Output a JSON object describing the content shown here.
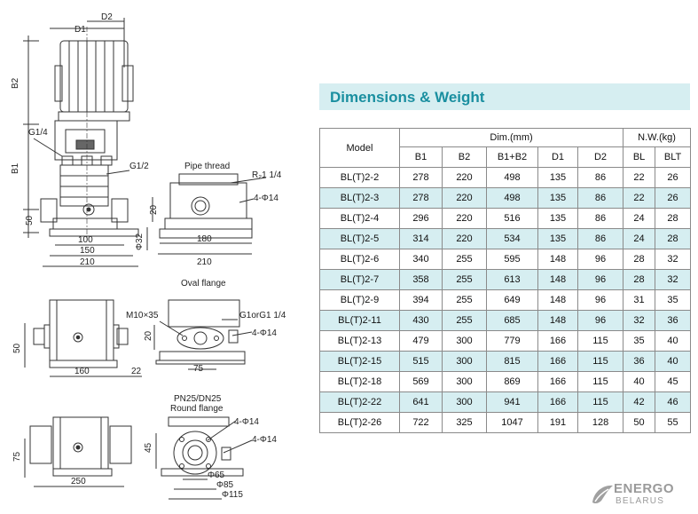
{
  "drawing": {
    "side_view": {
      "d1": "D1",
      "d2": "D2",
      "b2": "B2",
      "b1": "B1",
      "g_top": "G1/4",
      "g_side": "G1/2",
      "h50": "50",
      "w100": "100",
      "w150": "150",
      "w210": "210"
    },
    "pipe_thread": {
      "title": "Pipe thread",
      "r": "R₂1 1/4",
      "holes": "4-Φ14",
      "h20": "20",
      "dia32": "Φ32",
      "w180": "180",
      "w210": "210"
    },
    "oval_flange": {
      "title": "Oval flange",
      "bolt": "M10×35",
      "thread": "G1orG1 1/4",
      "holes": "4-Φ14",
      "h20": "20",
      "h50": "50",
      "w160": "160",
      "w22": "22",
      "w75": "75"
    },
    "round_flange": {
      "title1": "PN25/DN25",
      "title2": "Round flange",
      "holes_a": "4-Φ14",
      "holes_b": "4-Φ14",
      "h45": "45",
      "h75": "75",
      "w250": "250",
      "dia65": "Φ65",
      "dia85": "Φ85",
      "dia115": "Φ115"
    }
  },
  "table": {
    "title": "Dimensions & Weight",
    "header_model": "Model",
    "header_dim": "Dim.(mm)",
    "header_weight": "N.W.(kg)",
    "cols": [
      "B1",
      "B2",
      "B1+B2",
      "D1",
      "D2",
      "BL",
      "BLT"
    ],
    "rows": [
      {
        "model": "BL(T)2-2",
        "cells": [
          "278",
          "220",
          "498",
          "135",
          "86",
          "22",
          "26"
        ]
      },
      {
        "model": "BL(T)2-3",
        "cells": [
          "278",
          "220",
          "498",
          "135",
          "86",
          "22",
          "26"
        ]
      },
      {
        "model": "BL(T)2-4",
        "cells": [
          "296",
          "220",
          "516",
          "135",
          "86",
          "24",
          "28"
        ]
      },
      {
        "model": "BL(T)2-5",
        "cells": [
          "314",
          "220",
          "534",
          "135",
          "86",
          "24",
          "28"
        ]
      },
      {
        "model": "BL(T)2-6",
        "cells": [
          "340",
          "255",
          "595",
          "148",
          "96",
          "28",
          "32"
        ]
      },
      {
        "model": "BL(T)2-7",
        "cells": [
          "358",
          "255",
          "613",
          "148",
          "96",
          "28",
          "32"
        ]
      },
      {
        "model": "BL(T)2-9",
        "cells": [
          "394",
          "255",
          "649",
          "148",
          "96",
          "31",
          "35"
        ]
      },
      {
        "model": "BL(T)2-11",
        "cells": [
          "430",
          "255",
          "685",
          "148",
          "96",
          "32",
          "36"
        ]
      },
      {
        "model": "BL(T)2-13",
        "cells": [
          "479",
          "300",
          "779",
          "166",
          "115",
          "35",
          "40"
        ]
      },
      {
        "model": "BL(T)2-15",
        "cells": [
          "515",
          "300",
          "815",
          "166",
          "115",
          "36",
          "40"
        ]
      },
      {
        "model": "BL(T)2-18",
        "cells": [
          "569",
          "300",
          "869",
          "166",
          "115",
          "40",
          "45"
        ]
      },
      {
        "model": "BL(T)2-22",
        "cells": [
          "641",
          "300",
          "941",
          "166",
          "115",
          "42",
          "46"
        ]
      },
      {
        "model": "BL(T)2-26",
        "cells": [
          "722",
          "325",
          "1047",
          "191",
          "128",
          "50",
          "55"
        ]
      }
    ],
    "shade_color": "#d6eef1",
    "title_color": "#1a8fa0"
  },
  "logo": {
    "line1": "ENERGO",
    "line2": "BELARUS",
    "icon": "leaf-swoosh-icon"
  }
}
